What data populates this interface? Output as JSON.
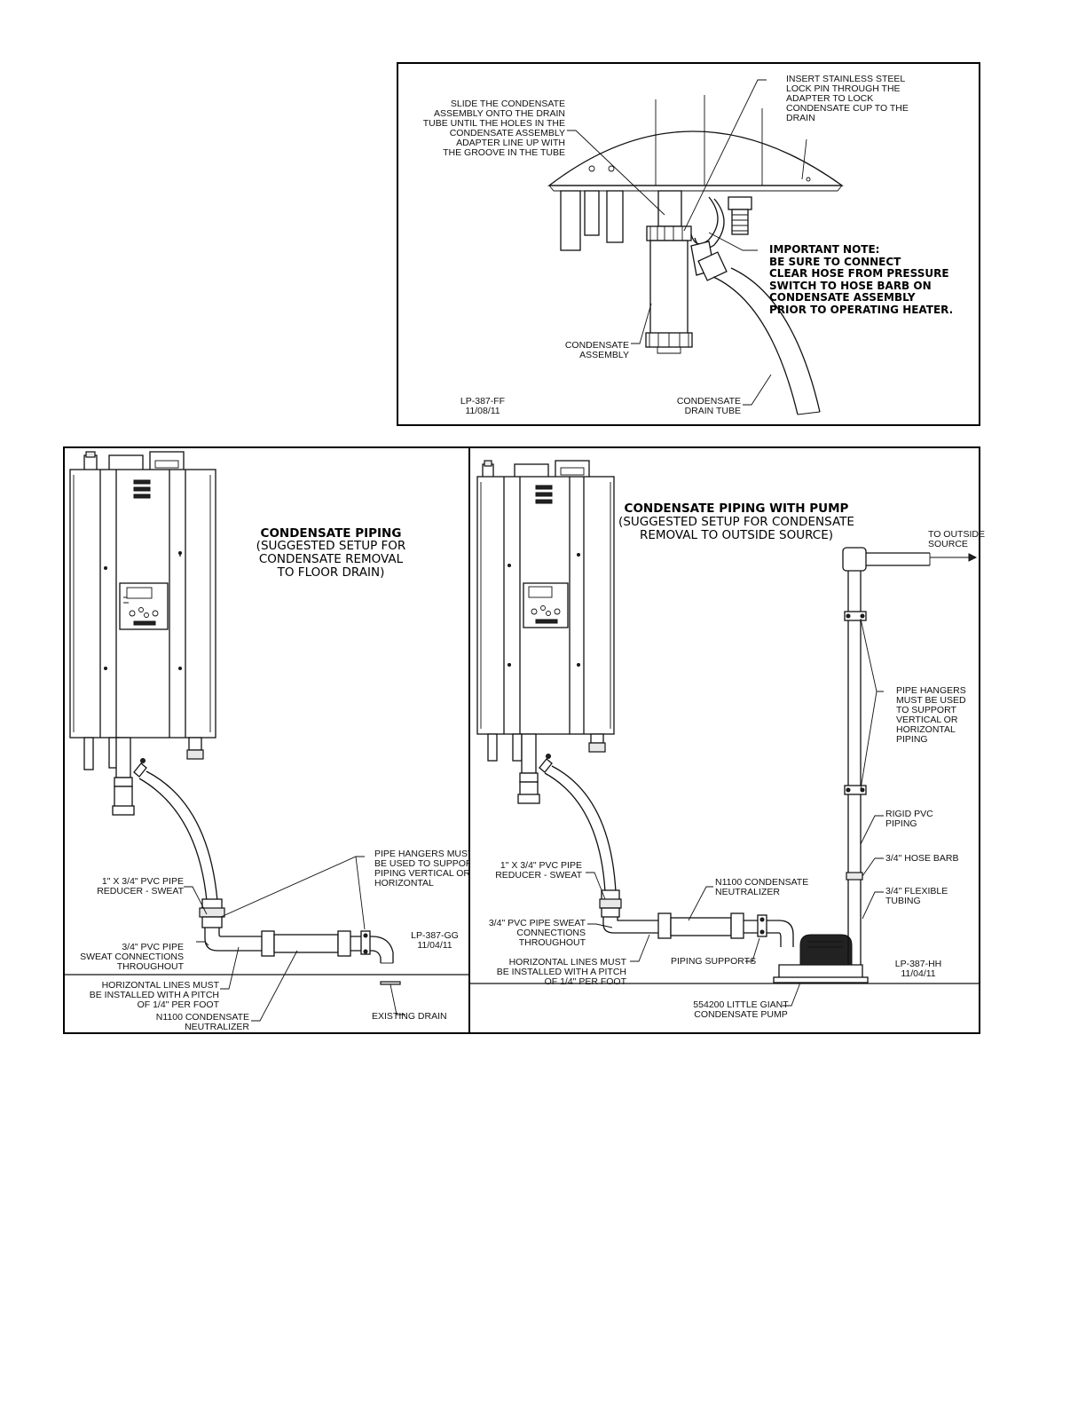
{
  "top_panel": {
    "label_slide": "SLIDE THE CONDENSATE\nASSEMBLY ONTO THE DRAIN\nTUBE UNTIL THE HOLES IN THE\nCONDENSATE ASSEMBLY\nADAPTER LINE UP WITH\nTHE GROOVE IN THE TUBE",
    "label_insert": "INSERT STAINLESS STEEL\nLOCK PIN THROUGH THE\nADAPTER TO LOCK\nCONDENSATE CUP TO THE\nDRAIN",
    "important_note": "IMPORTANT NOTE:\nBE SURE TO CONNECT\nCLEAR HOSE FROM PRESSURE\nSWITCH TO HOSE BARB ON\nCONDENSATE ASSEMBLY\nPRIOR TO OPERATING HEATER.",
    "label_assembly": "CONDENSATE\nASSEMBLY",
    "label_drain_tube": "CONDENSATE\nDRAIN TUBE",
    "drawing_ref": "LP-387-FF\n11/08/11"
  },
  "left_panel": {
    "title": "CONDENSATE PIPING",
    "subtitle": "(SUGGESTED SETUP FOR\nCONDENSATE REMOVAL\nTO FLOOR DRAIN)",
    "label_reducer": "1\" X 3/4\" PVC PIPE\nREDUCER - SWEAT",
    "label_hangers": "PIPE HANGERS MUST\nBE USED TO SUPPORT\nPIPING VERTICAL OR\nHORIZONTAL",
    "label_sweat": "3/4\" PVC PIPE\nSWEAT CONNECTIONS\nTHROUGHOUT",
    "label_horizontal": "HORIZONTAL LINES MUST\nBE INSTALLED WITH A PITCH\nOF 1/4\" PER FOOT",
    "label_neutralizer": "N1100 CONDENSATE\nNEUTRALIZER",
    "label_drain": "EXISTING DRAIN",
    "drawing_ref": "LP-387-GG\n11/04/11"
  },
  "right_panel": {
    "title": "CONDENSATE PIPING WITH PUMP",
    "subtitle": "(SUGGESTED SETUP FOR CONDENSATE\nREMOVAL TO OUTSIDE SOURCE)",
    "label_outside": "TO OUTSIDE\nSOURCE",
    "label_hangers": "PIPE HANGERS\nMUST BE USED\nTO SUPPORT\nVERTICAL OR\nHORIZONTAL\nPIPING",
    "label_rigid": "RIGID PVC\nPIPING",
    "label_hose_barb": "3/4\" HOSE BARB",
    "label_flexible": "3/4\" FLEXIBLE\nTUBING",
    "label_reducer": "1\" x 3/4\" PVC PIPE\nREDUCER - SWEAT",
    "label_neutralizer": "N1100 CONDENSATE\nNEUTRALIZER",
    "label_sweat": "3/4\" PVC PIPE SWEAT\nCONNECTIONS\nTHROUGHOUT",
    "label_horizontal": "HORIZONTAL LINES MUST\nBE INSTALLED WITH A PITCH\nOF 1/4\" PER FOOT",
    "label_supports": "PIPING SUPPORTS",
    "label_pump": "554200 LITTLE GIANT\nCONDENSATE PUMP",
    "drawing_ref": "LP-387-HH\n11/04/11"
  }
}
